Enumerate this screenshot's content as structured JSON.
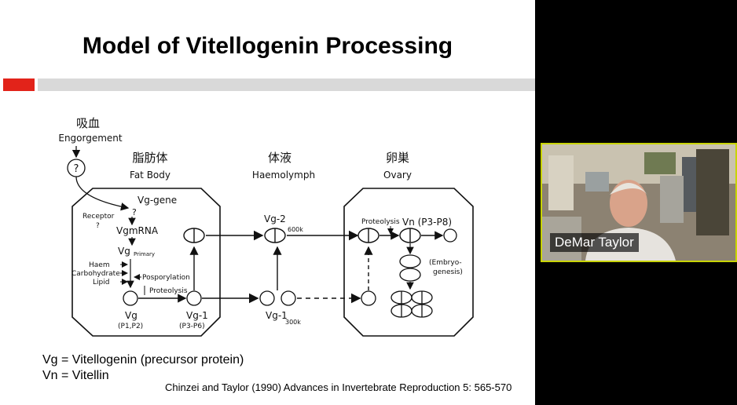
{
  "slide": {
    "title": "Model of Vitellogenin Processing",
    "definitions": [
      "Vg = Vitellogenin (precursor protein)",
      "Vn = Vitellin"
    ],
    "citation": "Chinzei and Taylor (1990) Advances in Invertebrate Reproduction 5: 565-570"
  },
  "diagram": {
    "engorgement": {
      "kanji": "吸血",
      "label": "Engorgement",
      "question": "?"
    },
    "fat_body": {
      "kanji": "脂肪体",
      "label": "Fat Body"
    },
    "haemolymph": {
      "kanji": "体液",
      "label": "Haemolymph"
    },
    "ovary": {
      "kanji": "卵巣",
      "label": "Ovary"
    },
    "fb_items": {
      "vg_gene": "Vg-gene",
      "receptor": "Receptor",
      "receptor_q": "?",
      "gene_q": "?",
      "vgmrna": "VgmRNA",
      "vg_primary": "Vg",
      "primary_sub": "Primary",
      "haem": "Haem",
      "carbohydrate": "Carbohydrate",
      "lipid": "Lipid",
      "posporylation": "Posporylation",
      "proteolysis": "Proteolysis",
      "vg": "Vg",
      "vg_sub": "(P1,P2)",
      "vg1": "Vg-1",
      "vg1_sub": "(P3-P6)"
    },
    "hl_items": {
      "vg2": "Vg-2",
      "vg2_size": "600k",
      "vg1": "Vg-1",
      "vg1_size": "300k"
    },
    "ov_items": {
      "proteolysis": "Proteolysis",
      "vn": "Vn (P3-P8)",
      "embryo": "(Embryo-",
      "genesis": "genesis)"
    }
  },
  "video": {
    "participant_name": "DeMar Taylor"
  }
}
